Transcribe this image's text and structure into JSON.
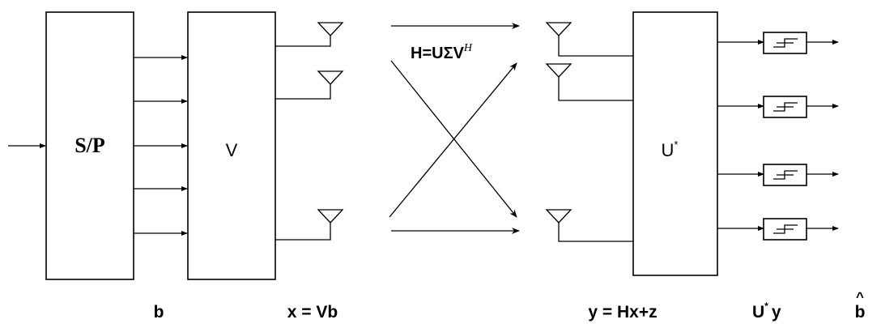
{
  "blocks": {
    "sp": "S/P",
    "v": "V",
    "u_main": "U",
    "u_sup": "*"
  },
  "channel": {
    "prefix": "H=UΣV",
    "sup": "H"
  },
  "labels": {
    "b": "b",
    "x": "x = Vb",
    "y": "y = Hx+z",
    "uy_main": "U",
    "uy_sup": "*",
    "uy_rest": "y",
    "bhat_base": "b",
    "bhat_mark": "^"
  }
}
